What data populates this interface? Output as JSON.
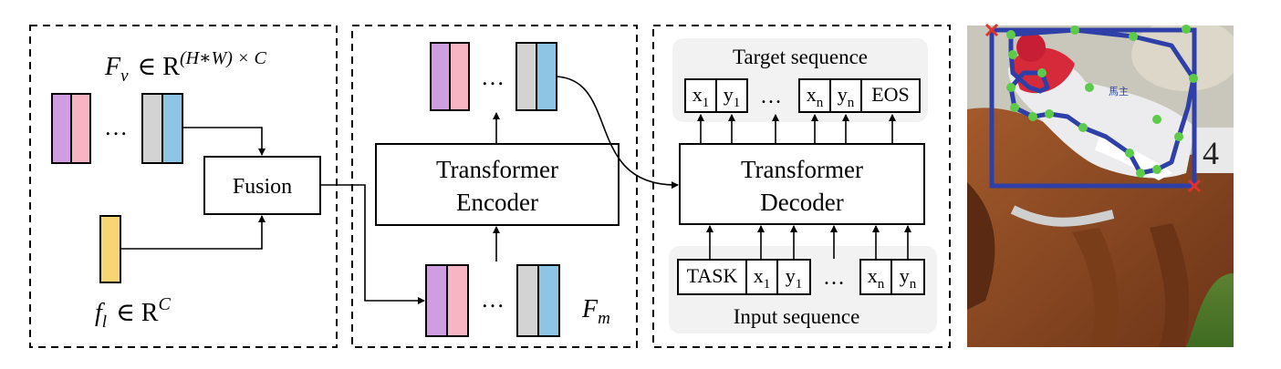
{
  "fusion_panel": {
    "fv_label": {
      "base": "F",
      "sub": "v",
      "rel": "∈ R",
      "sup": "(H∗W) × C"
    },
    "ellipsis": "…",
    "fusion_box_label": "Fusion",
    "fl_label": {
      "base": "f",
      "sub": "l",
      "rel": "∈ R",
      "sup": "C"
    }
  },
  "encoder_panel": {
    "ellipsis_top": "…",
    "encoder_line1": "Transformer",
    "encoder_line2": "Encoder",
    "ellipsis_bottom": "…",
    "fm_label": {
      "base": "F",
      "sub": "m"
    }
  },
  "decoder_panel": {
    "target_title": "Target sequence",
    "target_tokens": [
      {
        "base": "x",
        "sub": "1"
      },
      {
        "base": "y",
        "sub": "1"
      },
      {
        "base": "x",
        "sub": "n"
      },
      {
        "base": "y",
        "sub": "n"
      },
      {
        "base": "EOS",
        "sub": ""
      }
    ],
    "target_ellipsis": "…",
    "decoder_line1": "Transformer",
    "decoder_line2": "Decoder",
    "input_title": "Input sequence",
    "input_tokens": [
      {
        "base": "TASK",
        "sub": ""
      },
      {
        "base": "x",
        "sub": "1"
      },
      {
        "base": "y",
        "sub": "1"
      },
      {
        "base": "x",
        "sub": "n"
      },
      {
        "base": "y",
        "sub": "n"
      }
    ],
    "input_ellipsis": "…"
  },
  "colors": {
    "purple": "#cf9ee0",
    "pink": "#f7b5c4",
    "gray": "#d3d3d3",
    "blue": "#8ec4e4",
    "yellow": "#f6d572",
    "polygon": "#2f3fa8",
    "vertex": "#5ccb4a",
    "corner_marker": "#e0332b",
    "panel_bg": "#f2f2f2"
  },
  "photo": {
    "subject": "jockey riding racehorse",
    "jersey_text": "馬主"
  }
}
